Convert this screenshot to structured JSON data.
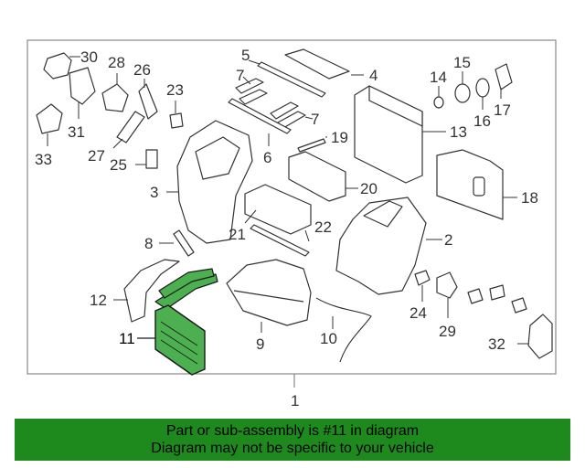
{
  "colors": {
    "highlight": "#4caf50",
    "banner": "#1e8a1e",
    "line": "#333333",
    "frame": "#888888"
  },
  "labels": {
    "l1": "1",
    "l2": "2",
    "l3": "3",
    "l4": "4",
    "l5": "5",
    "l6": "6",
    "l7a": "7",
    "l7b": "7",
    "l8": "8",
    "l9": "9",
    "l10": "10",
    "l11": "11",
    "l12": "12",
    "l13": "13",
    "l14": "14",
    "l15": "15",
    "l16": "16",
    "l17": "17",
    "l18": "18",
    "l19": "19",
    "l20": "20",
    "l21": "21",
    "l22": "22",
    "l23": "23",
    "l24": "24",
    "l25": "25",
    "l26": "26",
    "l27": "27",
    "l28": "28",
    "l29": "29",
    "l30": "30",
    "l31": "31",
    "l32": "32",
    "l33": "33"
  },
  "banner": {
    "line1": "Part or sub-assembly is #11 in diagram",
    "line2": "Diagram may not be specific to your vehicle"
  }
}
